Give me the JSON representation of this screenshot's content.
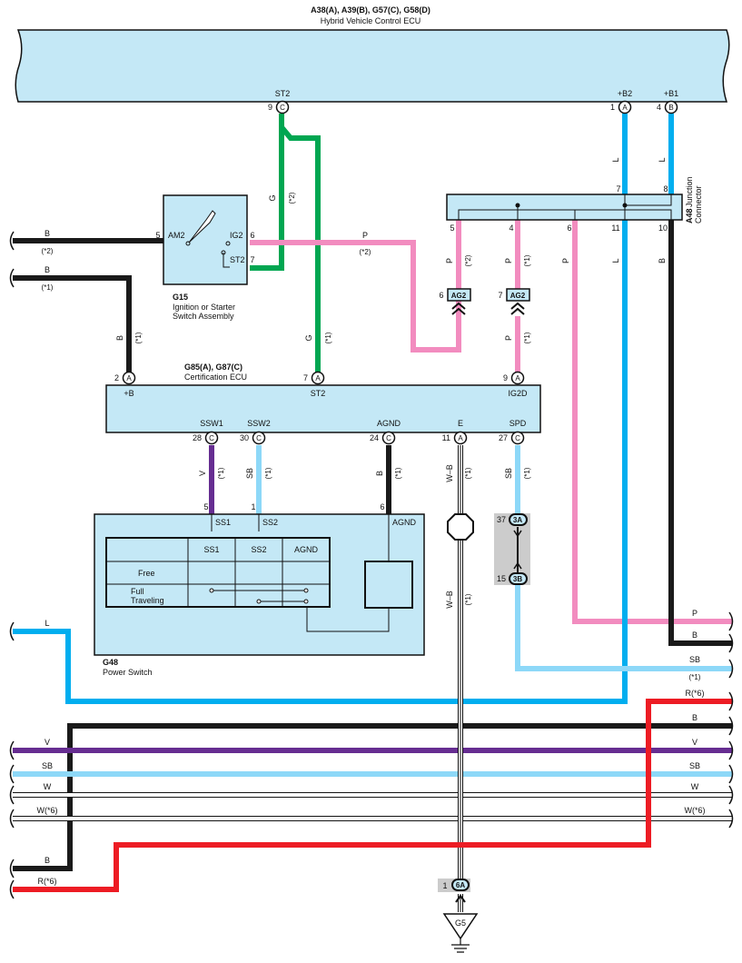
{
  "colors": {
    "B": "#1a1a1a",
    "G": "#00a651",
    "P": "#f28cbf",
    "L": "#00aeef",
    "SB": "#8dd8f8",
    "V": "#662d91",
    "R": "#ed1c24",
    "W": "#ffffff",
    "component_fill": "#c4e8f6",
    "outline": "#111111"
  },
  "ecu_hv": {
    "codes": "A38(A), A39(B), G57(C), G58(D)",
    "name": "Hybrid Vehicle Control ECU"
  },
  "hv_pins": [
    {
      "term": "ST2",
      "num": "9",
      "conn": "C"
    },
    {
      "term": "+B2",
      "num": "1",
      "conn": "A"
    },
    {
      "term": "+B1",
      "num": "4",
      "conn": "B"
    }
  ],
  "junction": {
    "code": "A48",
    "name_l1": "Junction",
    "name_l2": "Connector",
    "top_pins": [
      "7",
      "8"
    ],
    "bottom_pins": [
      "5",
      "4",
      "6",
      "11",
      "10"
    ]
  },
  "ignition": {
    "code": "G15",
    "name_l1": "Ignition or Starter",
    "name_l2": "Switch Assembly",
    "am2": "AM2",
    "ig2": "IG2",
    "st2": "ST2",
    "pin_am2": "5",
    "pin_ig2": "6",
    "pin_st2": "7"
  },
  "cert": {
    "codes": "G85(A), G87(C)",
    "name": "Certification ECU",
    "top_terms": [
      {
        "term": "+B",
        "num": "2",
        "conn": "A"
      },
      {
        "term": "ST2",
        "num": "7",
        "conn": "A"
      },
      {
        "term": "IG2D",
        "num": "9",
        "conn": "A"
      }
    ],
    "bottom_terms": [
      {
        "term": "SSW1",
        "num": "28",
        "conn": "C"
      },
      {
        "term": "SSW2",
        "num": "30",
        "conn": "C"
      },
      {
        "term": "AGND",
        "num": "24",
        "conn": "C"
      },
      {
        "term": "E",
        "num": "11",
        "conn": "A"
      },
      {
        "term": "SPD",
        "num": "27",
        "conn": "C"
      }
    ]
  },
  "power_switch": {
    "code": "G48",
    "name": "Power Switch",
    "ss1": "SS1",
    "ss2": "SS2",
    "agnd": "AGND",
    "pin_ss1": "5",
    "pin_ss2": "1",
    "pin_agnd": "6",
    "table_headers": [
      "SS1",
      "SS2",
      "AGND"
    ],
    "row_free": "Free",
    "row_full_l1": "Full",
    "row_full_l2": "Traveling"
  },
  "ag2": {
    "label": "AG2",
    "pin_left": "6",
    "pin_right": "7"
  },
  "spd_junction": {
    "top_num": "37",
    "top": "3A",
    "bot_num": "15",
    "bot": "3B"
  },
  "ground": {
    "conn_num": "1",
    "conn": "6A",
    "label": "G5"
  },
  "wire_labels": {
    "b_am2": "B",
    "b_am2_note": "(*2)",
    "b_plusb": "B",
    "b_plusb_note": "(*1)",
    "g_st2_top": "G",
    "g_st2_top_note": "(*2)",
    "g_st2_cert": "G",
    "g_st2_cert_note": "(*1)",
    "p_ig2": "P",
    "p_ig2_note": "(*2)",
    "p_5": "P",
    "p_5_note": "(*2)",
    "p_4": "P",
    "p_4_note": "(*1)",
    "p_6": "P",
    "l_11": "L",
    "b_10": "B",
    "l_b2": "L",
    "l_b1": "L",
    "p_ig2d": "P",
    "p_ig2d_note": "(*1)",
    "b_plusb_v": "B",
    "b_plusb_v_note": "(*1)",
    "v_ssw1": "V",
    "v_ssw1_note": "(*1)",
    "sb_ssw2": "SB",
    "sb_ssw2_note": "(*1)",
    "b_agnd": "B",
    "b_agnd_note": "(*1)",
    "wb_e": "W–B",
    "wb_e_note": "(*1)",
    "wb_e2": "W–B",
    "wb_e2_note": "(*1)",
    "sb_spd": "SB",
    "sb_spd_note": "(*1)",
    "l_left": "L",
    "r_p": "P",
    "r_b": "B",
    "r_sb": "SB",
    "r_sb_note": "(*1)",
    "r_r6": "R(*6)",
    "r_b2": "B",
    "r_v": "V",
    "r_sb2": "SB",
    "r_w": "W",
    "r_w6": "W(*6)",
    "l_v": "V",
    "l_sb": "SB",
    "l_w": "W",
    "l_w6": "W(*6)",
    "l_b": "B",
    "l_r6": "R(*6)"
  }
}
